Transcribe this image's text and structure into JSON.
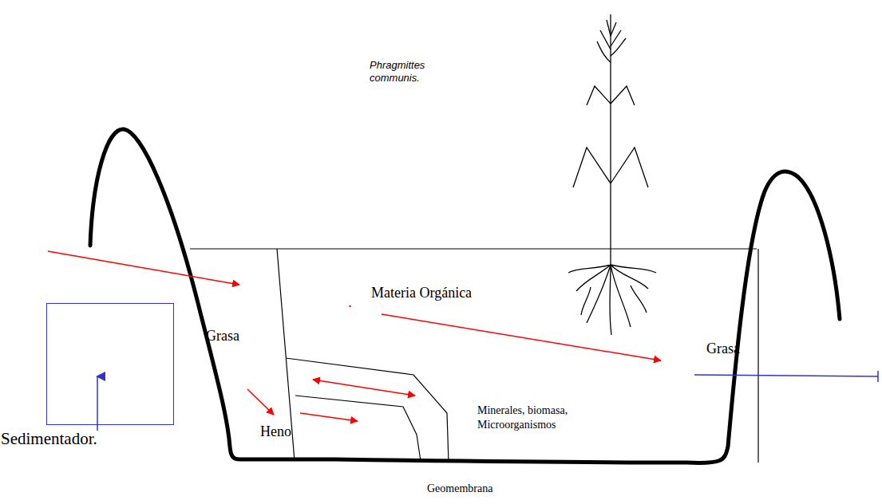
{
  "diagram": {
    "nodes": [
      {
        "text": [
          "Sedimentador."
        ]
      }
    ],
    "labels": [
      "Phragmittes communis.",
      "Materia Orgánica",
      "Grasa",
      "Heno",
      "Minerales, biomasa, Microorganismos",
      "Grasa",
      "Geomembrana"
    ]
  }
}
